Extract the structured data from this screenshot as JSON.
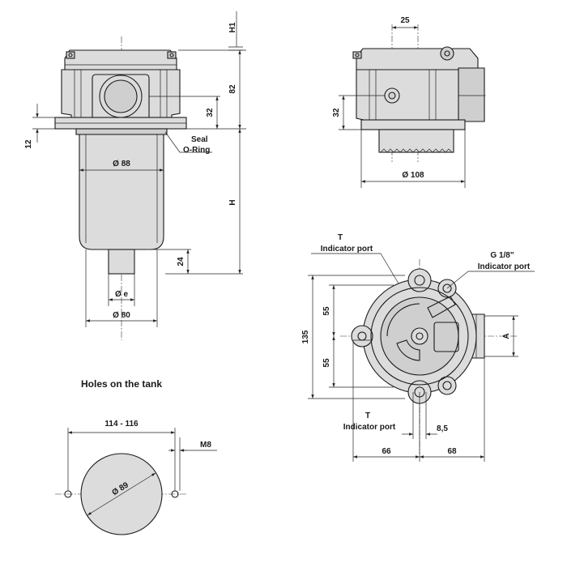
{
  "side_view": {
    "h1": "H1",
    "dim_82": "82",
    "dim_32": "32",
    "dim_12": "12",
    "seal_line1": "Seal",
    "seal_line2": "O-Ring",
    "dia_88": "Ø 88",
    "h": "H",
    "dim_24": "24",
    "dia_e": "Ø e",
    "dia_80": "Ø 80"
  },
  "front_view": {
    "dim_25": "25",
    "dim_32": "32",
    "dia_108": "Ø 108"
  },
  "top_view": {
    "t_top_line1": "T",
    "t_top_line2": "Indicator port",
    "g_line1": "G 1/8\"",
    "g_line2": "Indicator port",
    "dim_135": "135",
    "dim_55a": "55",
    "dim_55b": "55",
    "a": "A",
    "t_bottom_line1": "T",
    "t_bottom_line2": "Indicator port",
    "dim_8_5": "8,5",
    "dim_66": "66",
    "dim_68": "68"
  },
  "tank_holes": {
    "title": "Holes on the tank",
    "dim_114_116": "114 - 116",
    "m8": "M8",
    "dia_89": "Ø 89"
  }
}
